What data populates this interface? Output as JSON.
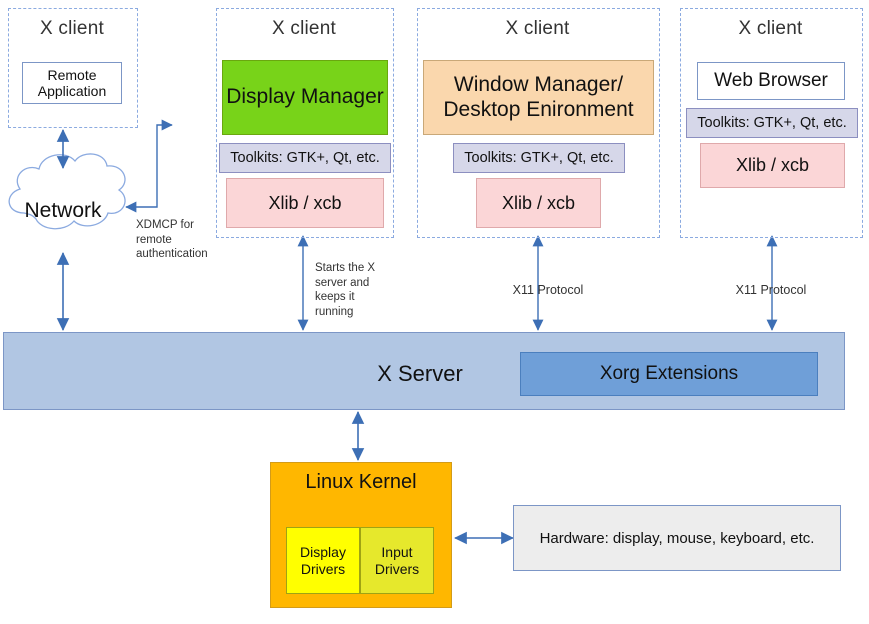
{
  "diagram": {
    "title": "X Window System architecture",
    "colors": {
      "panel_border": "#8BAAE0",
      "display_manager": "#78D319",
      "window_manager": "#FAD7AD",
      "toolkits": "#D6D7E9",
      "xlib": "#FBD6D7",
      "x_server": "#B1C6E3",
      "xorg_extensions": "#6F9FD8",
      "kernel": "#FFB700",
      "display_drivers": "#FFFF00",
      "input_drivers": "#E6E82C",
      "hardware": "#EDEDED",
      "arrow": "#3D6FB5"
    }
  },
  "clients": [
    {
      "title": "X client",
      "boxes": [
        {
          "label": "Remote Application",
          "style": "white-small"
        }
      ]
    },
    {
      "title": "X client",
      "boxes": [
        {
          "label": "Display Manager",
          "style": "green"
        },
        {
          "label": "Toolkits: GTK+, Qt, etc.",
          "style": "toolkit"
        },
        {
          "label": "Xlib / xcb",
          "style": "xlib"
        }
      ]
    },
    {
      "title": "X client",
      "boxes": [
        {
          "label": "Window Manager/\nDesktop Enironment",
          "style": "orange"
        },
        {
          "label": "Toolkits: GTK+, Qt, etc.",
          "style": "toolkit"
        },
        {
          "label": "Xlib / xcb",
          "style": "xlib"
        }
      ]
    },
    {
      "title": "X client",
      "boxes": [
        {
          "label": "Web Browser",
          "style": "white"
        },
        {
          "label": "Toolkits: GTK+, Qt, etc.",
          "style": "toolkit"
        },
        {
          "label": "Xlib / xcb",
          "style": "xlib"
        }
      ]
    }
  ],
  "client_labels": {
    "c0_title": "X client",
    "c1_title": "X client",
    "c2_title": "X client",
    "c3_title": "X client",
    "remote_application": "Remote Application",
    "display_manager": "Display Manager",
    "window_manager_line1": "Window Manager/",
    "window_manager_line2": "Desktop Enironment",
    "web_browser": "Web Browser",
    "toolkits_1": "Toolkits: GTK+, Qt, etc.",
    "toolkits_2": "Toolkits: GTK+, Qt, etc.",
    "toolkits_3": "Toolkits: GTK+, Qt, etc.",
    "xlib_1": "Xlib / xcb",
    "xlib_2": "Xlib / xcb",
    "xlib_3": "Xlib / xcb"
  },
  "network": {
    "label": "Network"
  },
  "server": {
    "label": "X Server",
    "extensions_label": "Xorg Extensions"
  },
  "kernel": {
    "label": "Linux Kernel",
    "display_drivers_line1": "Display",
    "display_drivers_line2": "Drivers",
    "input_drivers_line1": "Input",
    "input_drivers_line2": "Drivers"
  },
  "hardware": {
    "label": "Hardware: display, mouse, keyboard, etc."
  },
  "connectors": [
    {
      "name": "xdmcp",
      "label": "XDMCP for\nremote\nauthentication"
    },
    {
      "name": "dm-starts-server",
      "label": "Starts the X\nserver and\nkeeps it\nrunning"
    },
    {
      "name": "x11-wm",
      "label": "X11 Protocol"
    },
    {
      "name": "x11-browser",
      "label": "X11 Protocol"
    }
  ],
  "connector_labels": {
    "xdmcp_l1": "XDMCP for",
    "xdmcp_l2": "remote",
    "xdmcp_l3": "authentication",
    "starts_l1": "Starts the X",
    "starts_l2": "server and",
    "starts_l3": "keeps it",
    "starts_l4": "running",
    "x11_wm": "X11 Protocol",
    "x11_browser": "X11 Protocol"
  }
}
